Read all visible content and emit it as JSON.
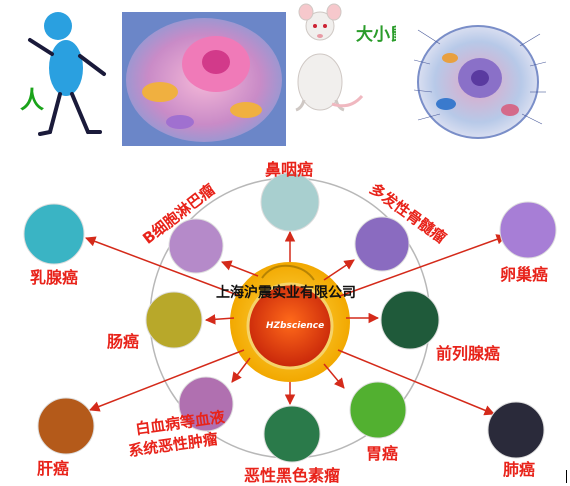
{
  "top": {
    "human_label": "人",
    "rat_label": "大小鼠"
  },
  "center": {
    "company": "上海沪震实业有限公司",
    "logo_text": "HZbscience"
  },
  "cancers": [
    {
      "id": "nasopharyngeal",
      "label": "鼻咽癌",
      "color": "#a8cfcf"
    },
    {
      "id": "b-lymphoma",
      "label": "B细胞淋巴瘤",
      "color": "#b58ac9"
    },
    {
      "id": "multiple-myeloma",
      "label": "多发性骨髓瘤",
      "color": "#8a6bc0"
    },
    {
      "id": "breast",
      "label": "乳腺癌",
      "color": "#3ab4c4"
    },
    {
      "id": "ovarian",
      "label": "卵巢癌",
      "color": "#a77ed6"
    },
    {
      "id": "intestinal",
      "label": "肠癌",
      "color": "#b8a82a"
    },
    {
      "id": "prostate",
      "label": "前列腺癌",
      "color": "#1f5a3a"
    },
    {
      "id": "leukemia",
      "label_line1": "白血病等血液",
      "label_line2": "系统恶性肿瘤",
      "color": "#b070b0"
    },
    {
      "id": "liver",
      "label": "肝癌",
      "color": "#b45a1a"
    },
    {
      "id": "melanoma",
      "label": "恶性黑色素瘤",
      "color": "#2a7a4a"
    },
    {
      "id": "gastric",
      "label": "胃癌",
      "color": "#52b030"
    },
    {
      "id": "lung",
      "label": "肺癌",
      "color": "#2a2a3a"
    }
  ],
  "colors": {
    "label_red": "#e8231a",
    "arrow_red": "#d42a1a",
    "center_yellow": "#f2b400",
    "center_red": "#e23a0a"
  }
}
